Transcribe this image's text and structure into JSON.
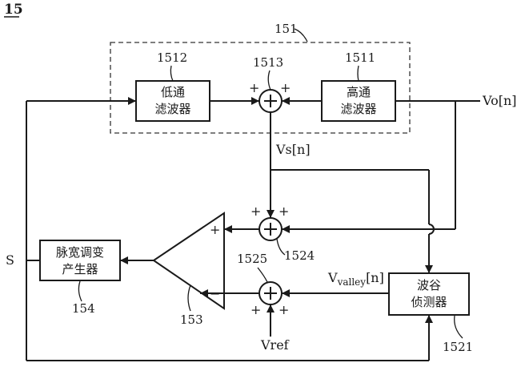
{
  "figure": {
    "number": "15"
  },
  "blocks": {
    "group": {
      "ref": "151"
    },
    "lowpass": {
      "ref": "1512",
      "line1": "低通",
      "line2": "滤波器"
    },
    "highpass": {
      "ref": "1511",
      "line1": "高通",
      "line2": "滤波器"
    },
    "adder_top": {
      "ref": "1513"
    },
    "adder_mid": {
      "ref": "1524"
    },
    "adder_bot": {
      "ref": "1525"
    },
    "comparator": {
      "ref": "153",
      "plus": "+",
      "minus": "−"
    },
    "pwm": {
      "ref": "154",
      "line1": "脉宽调变",
      "line2": "产生器"
    },
    "valley": {
      "ref": "1521",
      "line1": "波谷",
      "line2": "侦测器"
    }
  },
  "signals": {
    "vo": "Vo[n]",
    "vs": "Vs[n]",
    "s": "S",
    "vvalley_main": "V",
    "vvalley_sub": "valley",
    "vvalley_suffix": "[n]",
    "vref": "Vref"
  },
  "signs": {
    "plus": "+"
  }
}
